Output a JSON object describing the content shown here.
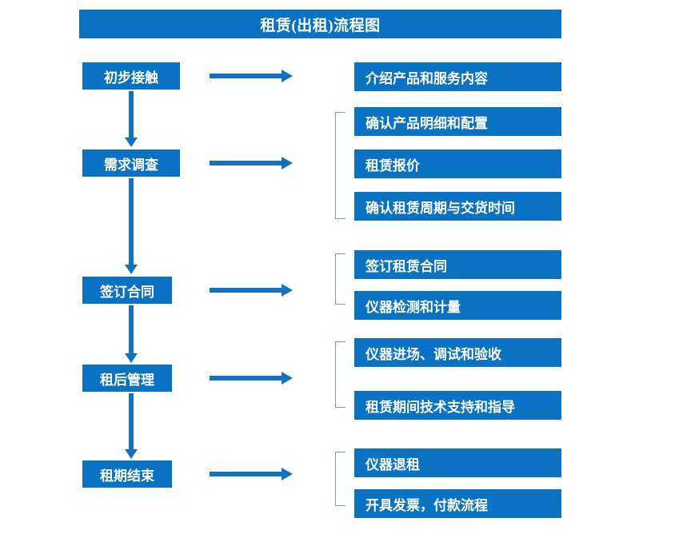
{
  "document": {
    "title": "租赁(出租)流程图"
  },
  "colors": {
    "box_blue": "#0a72c2",
    "arrow_blue": "#1272bd",
    "bracket_blue": "#6a9fd4",
    "text_white": "#ffffff",
    "background": "#ffffff"
  },
  "flow": {
    "stages": [
      {
        "id": "stage-1",
        "label": "初步接触",
        "arrow": "right-arrow-1",
        "details": [
          "介绍产品和服务内容"
        ],
        "bracketed": false
      },
      {
        "id": "stage-2",
        "label": "需求调查",
        "arrow": "right-arrow-2",
        "details": [
          "确认产品明细和配置",
          "租赁报价",
          "确认租赁周期与交货时间"
        ],
        "bracketed": true
      },
      {
        "id": "stage-3",
        "label": "签订合同",
        "arrow": "right-arrow-3",
        "details": [
          "签订租赁合同",
          "仪器检测和计量"
        ],
        "bracketed": true
      },
      {
        "id": "stage-4",
        "label": "租后管理",
        "arrow": "right-arrow-4",
        "details": [
          "仪器进场、调试和验收",
          "租赁期间技术支持和指导"
        ],
        "bracketed": true
      },
      {
        "id": "stage-5",
        "label": "租期结束",
        "arrow": "right-arrow-5",
        "details": [
          "仪器退租",
          "开具发票，付款流程"
        ],
        "bracketed": true
      }
    ],
    "detail_boxes": [
      "介绍产品和服务内容",
      "确认产品明细和配置",
      "租赁报价",
      "确认租赁周期与交货时间",
      "签订租赁合同",
      "仪器检测和计量",
      "仪器进场、调试和验收",
      "租赁期间技术支持和指导",
      "仪器退租",
      "开具发票，付款流程"
    ],
    "stage_labels": [
      "初步接触",
      "需求调查",
      "签订合同",
      "租后管理",
      "租期结束"
    ]
  }
}
